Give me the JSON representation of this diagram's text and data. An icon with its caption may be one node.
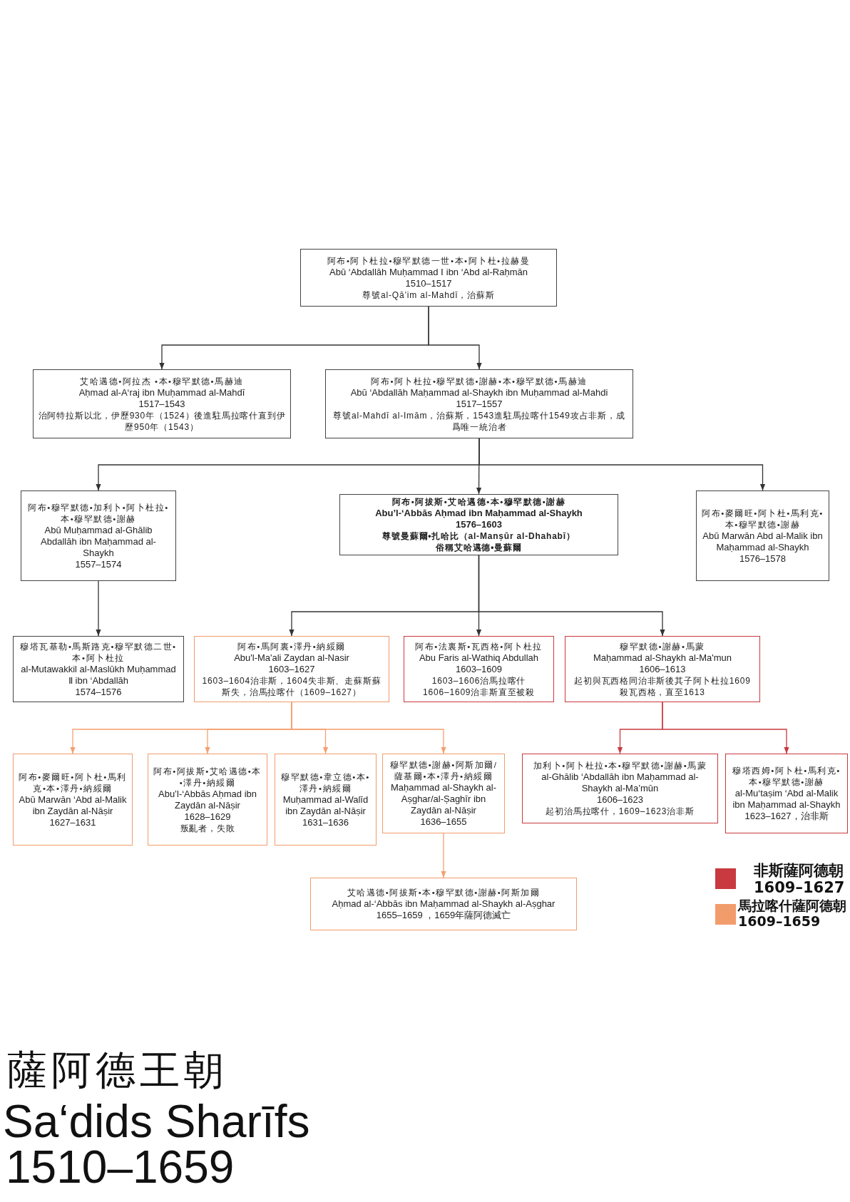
{
  "diagram": {
    "title": "薩阿德王朝",
    "nodes": [
      {
        "text": [
          "阿布•阿卜杜拉•穆罕默德一世•本•阿卜杜•拉赫曼",
          "Abū ‘Abdallāh Muḥammad Ⅰ ibn ‘Abd al-Raḥmān",
          "1510–1517",
          "尊號al-Qā’im al-Mahdī，治蘇斯"
        ]
      },
      {
        "text": [
          "艾哈邁德•阿拉杰 •本•穆罕默德•馬赫迪",
          "Aḥmad al-A‘raj ibn Muḥammad al-Mahdī",
          "1517–1543",
          "治阿特拉斯以北，伊歷930年（1524）後進駐馬拉喀什直到伊歷950年（1543）"
        ]
      },
      {
        "text": [
          "阿布•阿卜杜拉•穆罕默德•謝赫•本•穆罕默德•馬赫迪",
          "Abū ‘Abdallāh Maḥammad al-Shaykh ibn Muḥammad al-Mahdi",
          "1517–1557",
          "尊號al-Mahdī al-Imām，治蘇斯，1543進駐馬拉喀什1549攻占非斯，成爲唯一統治者"
        ]
      },
      {
        "text": [
          "阿布•穆罕默德•加利卜•阿卜杜拉•本•穆罕默德•謝赫",
          "Abū Muḥammad al-Ghālib Abdallāh ibn Maḥammad al-Shaykh",
          "1557–1574"
        ]
      },
      {
        "text": [
          "阿布•阿拔斯•艾哈邁德•本•穆罕默德•謝赫",
          "Abu’l-‘Abbās Aḥmad ibn Maḥammad al-Shaykh",
          "1576–1603",
          "尊號曼蘇爾•扎哈比（al-Manṣūr al-Dhahabī）",
          "俗稱艾哈邁德•曼蘇爾"
        ]
      },
      {
        "text": [
          "阿布•麥爾旺•阿卜杜•馬利克•本•穆罕默德•謝赫",
          "Abū Marwān Abd al-Malik ibn Maḥammad al-Shaykh",
          "1576–1578"
        ]
      },
      {
        "text": [
          "穆塔瓦基勒•馬斯路克•穆罕默德二世•本•阿卜杜拉",
          "al-Mutawakkil al-Maslūkh Muḥammad Ⅱ ibn ‘Abdallāh",
          "1574–1576"
        ]
      },
      {
        "text": [
          "阿布•馬阿裏•澤丹•納綏爾",
          "Abu'l-Ma'ali Zaydan al-Nasir",
          "1603–1627",
          "1603–1604治非斯，1604失非斯、走蘇斯蘇斯失，治馬拉喀什（1609–1627）"
        ]
      },
      {
        "text": [
          "阿布•法裏斯•瓦西格•阿卜杜拉",
          "Abu Faris al-Wathiq Abdullah",
          "1603–1609",
          "1603–1606治馬拉喀什",
          "1606–1609治非斯直至被殺"
        ]
      },
      {
        "text": [
          "穆罕默德•謝赫•馬蒙",
          "Maḥammad al-Shaykh al-Ma'mun",
          "1606–1613",
          "起初與瓦西格同治非斯後其子阿卜杜拉1609殺瓦西格，直至1613"
        ]
      },
      {
        "text": [
          "阿布•麥爾旺•阿卜杜•馬利克•本•澤丹•納綏爾",
          "Abū Marwān ‘Abd al-Malik ibn Zaydān al-Nāṣir",
          "1627–1631"
        ]
      },
      {
        "text": [
          "阿布•阿拔斯•艾哈邁德•本•澤丹•納綏爾",
          "Abu’l-‘Abbās Aḥmad ibn Zaydān al-Nāṣir",
          "1628–1629",
          "叛亂者，失敗"
        ]
      },
      {
        "text": [
          "穆罕默德•韋立德•本•澤丹•納綏爾",
          "Muḥammad al-Walīd ibn Zaydān al-Nāṣir",
          "1631–1636"
        ]
      },
      {
        "text": [
          "穆罕默德•謝赫•阿斯加爾/薩基爾•本•澤丹•納綏爾",
          "Maḥammad al-Shaykh al-Aṣghar/al-Ṣaghīr ibn Zaydān al-Nāṣir",
          "1636–1655"
        ]
      },
      {
        "text": [
          "加利卜•阿卜杜拉•本•穆罕默德•謝赫•馬蒙",
          "al-Ghālib ‘Abdallāh ibn Maḥammad al-Shaykh al-Ma’mūn",
          "1606–1623",
          "起初治馬拉喀什，1609–1623治非斯"
        ]
      },
      {
        "text": [
          "穆塔西姆•阿卜杜•馬利克•本•穆罕默德•謝赫",
          "al-Mu‘taṣim ‘Abd al-Malik ibn Maḥammad al-Shaykh",
          "1623–1627，治非斯"
        ]
      },
      {
        "text": [
          "艾哈邁德•阿拔斯•本•穆罕默德•謝赫•阿斯加爾",
          "Aḥmad al-‘Abbās ibn Maḥammad al-Shaykh al-Aṣghar",
          "1655–1659 ，1659年薩阿德滅亡"
        ]
      }
    ],
    "edges": [
      {
        "from": 0,
        "to": 1,
        "arrow": "to"
      },
      {
        "from": 0,
        "to": 2,
        "arrow": "to"
      },
      {
        "from": 2,
        "to": 3,
        "arrow": "to"
      },
      {
        "from": 2,
        "to": 4,
        "arrow": "to"
      },
      {
        "from": 2,
        "to": 5,
        "arrow": "to"
      },
      {
        "from": 3,
        "to": 6,
        "arrow": "to"
      },
      {
        "from": 4,
        "to": 7,
        "arrow": "to"
      },
      {
        "from": 4,
        "to": 8,
        "arrow": "to"
      },
      {
        "from": 4,
        "to": 9,
        "arrow": "to"
      },
      {
        "from": 7,
        "to": 10,
        "arrow": "to",
        "color": "#f4a070"
      },
      {
        "from": 7,
        "to": 11,
        "arrow": "to",
        "color": "#f4a070"
      },
      {
        "from": 7,
        "to": 12,
        "arrow": "to",
        "color": "#f4a070"
      },
      {
        "from": 7,
        "to": 13,
        "arrow": "to",
        "color": "#f4a070"
      },
      {
        "from": 9,
        "to": 14,
        "arrow": "to",
        "color": "#c8383e"
      },
      {
        "from": 9,
        "to": 15,
        "arrow": "to",
        "color": "#c8383e"
      },
      {
        "from": 13,
        "to": 16,
        "arrow": "to",
        "color": "#f4a070"
      }
    ],
    "labels": [
      "Sa‘dids Sharīfs",
      "1510–1659"
    ],
    "legend": [
      {
        "text": "非斯薩阿德朝 1609–1627",
        "color": "#c83a3f"
      },
      {
        "text": "馬拉喀什薩阿德朝 1609–1659",
        "color": "#f29c6c"
      }
    ]
  }
}
